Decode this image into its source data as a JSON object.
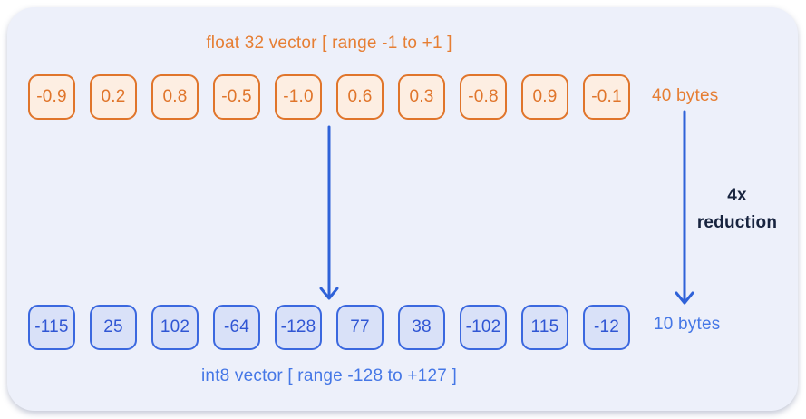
{
  "diagram": {
    "float_vector": {
      "title": "float 32 vector [ range -1 to +1 ]",
      "values": [
        "-0.9",
        "0.2",
        "0.8",
        "-0.5",
        "-1.0",
        "0.6",
        "0.3",
        "-0.8",
        "0.9",
        "-0.1"
      ],
      "size_label": "40 bytes"
    },
    "int8_vector": {
      "title": "int8 vector [ range -128 to +127 ]",
      "values": [
        "-115",
        "25",
        "102",
        "-64",
        "-128",
        "77",
        "38",
        "-102",
        "115",
        "-12"
      ],
      "size_label": "10 bytes"
    },
    "reduction": {
      "line1": "4x",
      "line2": "reduction"
    },
    "colors": {
      "panel_background": "#EDF0FA",
      "float_border": "#E0752B",
      "float_fill": "#FDEEE2",
      "float_label": "#E67E33",
      "int8_border": "#3B68DF",
      "int8_fill": "#D9E1F8",
      "int8_label": "#4577E6",
      "arrow": "#2F62D8",
      "reduction_text": "#18243F"
    }
  }
}
